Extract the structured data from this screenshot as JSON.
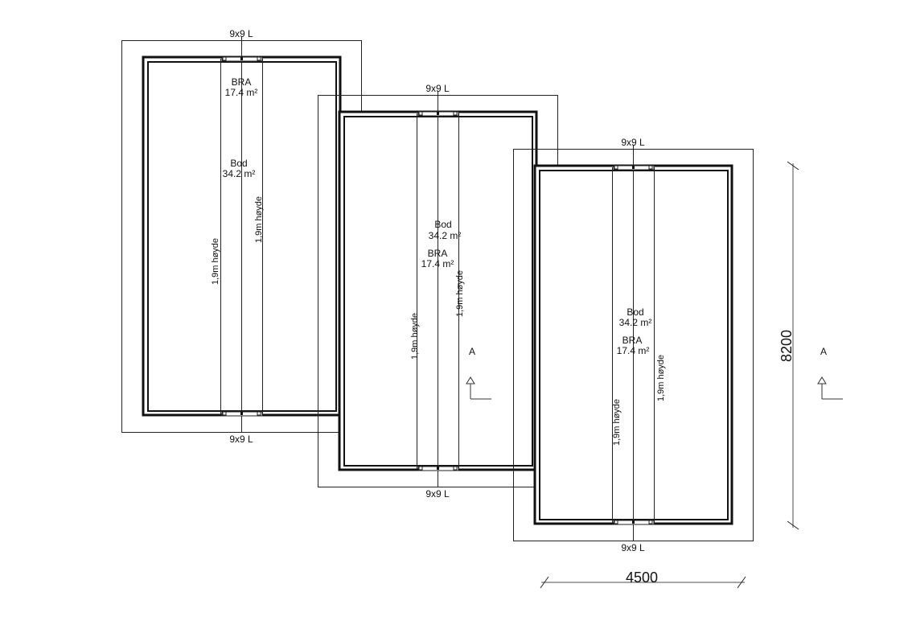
{
  "units": [
    {
      "size_top": "9x9 L",
      "size_bottom": "9x9 L",
      "bra_label": "BRA",
      "bra_area": "17.4 m²",
      "bod_label": "Bod",
      "bod_area": "34.2 m²",
      "height_left": "1,9m høyde",
      "height_right": "1,9m høyde"
    },
    {
      "size_top": "9x9 L",
      "size_bottom": "9x9 L",
      "bra_label": "BRA",
      "bra_area": "17.4 m²",
      "bod_label": "Bod",
      "bod_area": "34.2 m²",
      "height_left": "1,9m høyde",
      "height_right": "1,9m høyde",
      "section": "A"
    },
    {
      "size_top": "9x9 L",
      "size_bottom": "9x9 L",
      "bra_label": "BRA",
      "bra_area": "17.4 m²",
      "bod_label": "Bod",
      "bod_area": "34.2 m²",
      "height_left": "1,9m høyde",
      "height_right": "1,9m høyde"
    }
  ],
  "dimensions": {
    "vertical": "8200",
    "horizontal": "4500"
  },
  "section_marker": "A"
}
